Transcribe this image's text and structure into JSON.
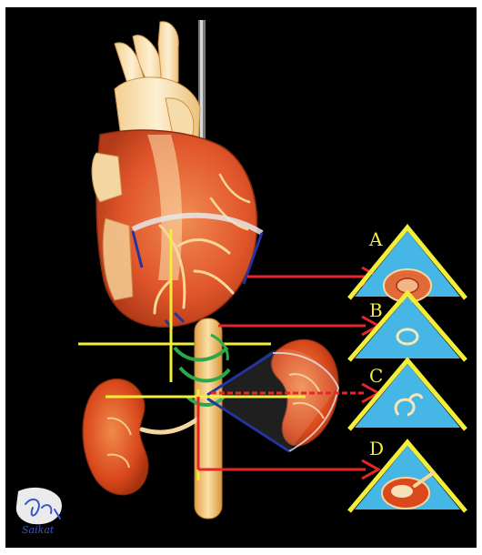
{
  "figure": {
    "background": "#000000",
    "panel_labels": [
      "A",
      "B",
      "C",
      "D"
    ],
    "signature": "Saikat",
    "colors": {
      "panel_accent": "#f2ee3a",
      "panel_fill": "#45b6e6",
      "arrow": "#e8262a",
      "plane_line": "#f2ee3a",
      "probe_fan": "#23349c",
      "probe_arc": "#2aa84a",
      "aorta": "#f7c97a",
      "kidney": "#d9491c",
      "heart": "#e0552a"
    }
  }
}
